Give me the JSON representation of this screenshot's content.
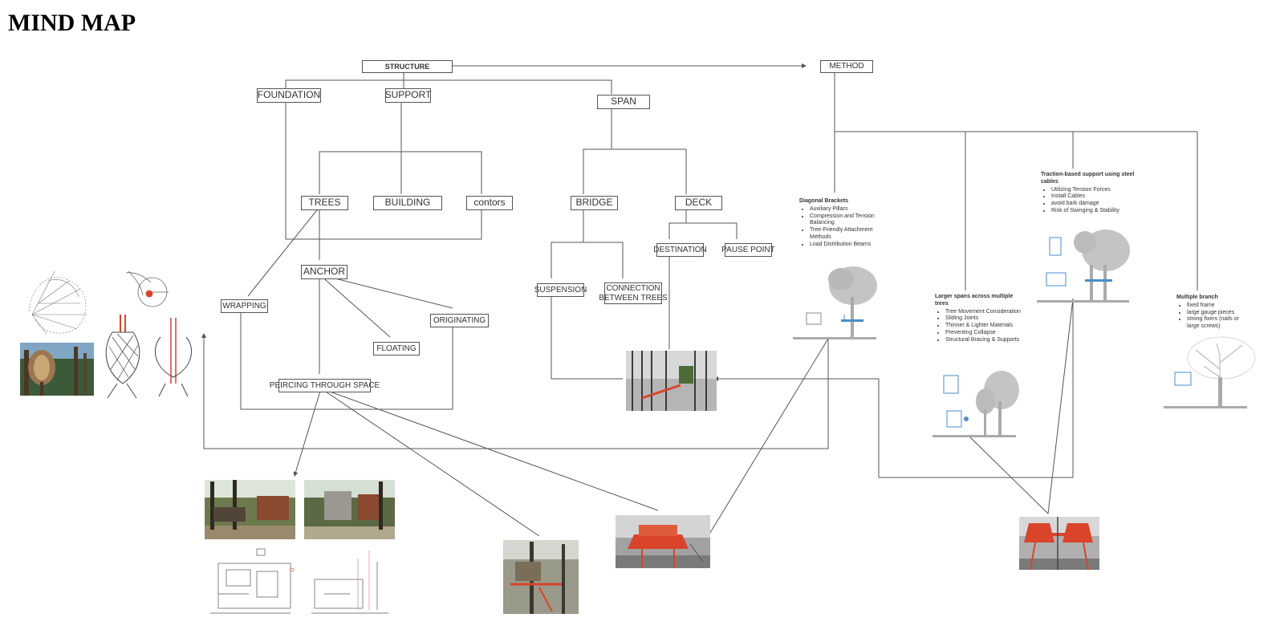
{
  "title": "MIND MAP",
  "nodes": {
    "structure": "STRUCTURE",
    "method": "METHOD",
    "foundation": "FOUNDATION",
    "support": "SUPPORT",
    "span": "SPAN",
    "trees": "TREES",
    "building": "BUILDING",
    "contors": "contors",
    "bridge": "BRIDGE",
    "deck": "DECK",
    "destination": "DESTINATION",
    "pause_point": "PAUSE POINT",
    "anchor": "ANCHOR",
    "wrapping": "WRAPPING",
    "suspension": "SUSPENSION",
    "connection_line1": "CONNECTION",
    "connection_line2": "BETWEEN TREES",
    "originating": "ORIGINATING",
    "floating": "FLOATING",
    "piercing": "PEIRCING THROUGH SPACE"
  },
  "methods": {
    "diagonal": {
      "title": "Diagonal Brackets",
      "items": [
        "Auxiliary Pillars",
        "Compression and Tension Balancing",
        "Tree-Friendly Attachment Methods",
        "Load Distribution Beams"
      ]
    },
    "traction": {
      "title": "Traction-based support using steel cables",
      "items": [
        "Utilizing Tension Forces",
        "Install Cables",
        "avoid bark damage",
        "Risk of Swinging & Stability"
      ]
    },
    "larger": {
      "title": "Larger spans across multiple trees",
      "items": [
        "Tree Movement Consideration",
        "Sliding Joints",
        "Thinner & Lighter Materials",
        "Preventing Collapse",
        "Structural Bracing & Supports"
      ]
    },
    "multiple": {
      "title": "Multiple branch",
      "items": [
        "fixed frame",
        "large gauge pieces",
        "strong fixers (nails or large screws)"
      ]
    }
  },
  "colors": {
    "line": "#555555",
    "node_border": "#555555",
    "accent_red": "#d9442b",
    "ground_gray": "#aaaaaa",
    "forest_gray": "#8c8c8c"
  },
  "icons": [
    "spiral-sketch",
    "wrap-sketch",
    "pod-photo",
    "pod-sketch",
    "forest-bridge-photo",
    "tree-section",
    "treehouse-photo",
    "plan-drawing"
  ]
}
